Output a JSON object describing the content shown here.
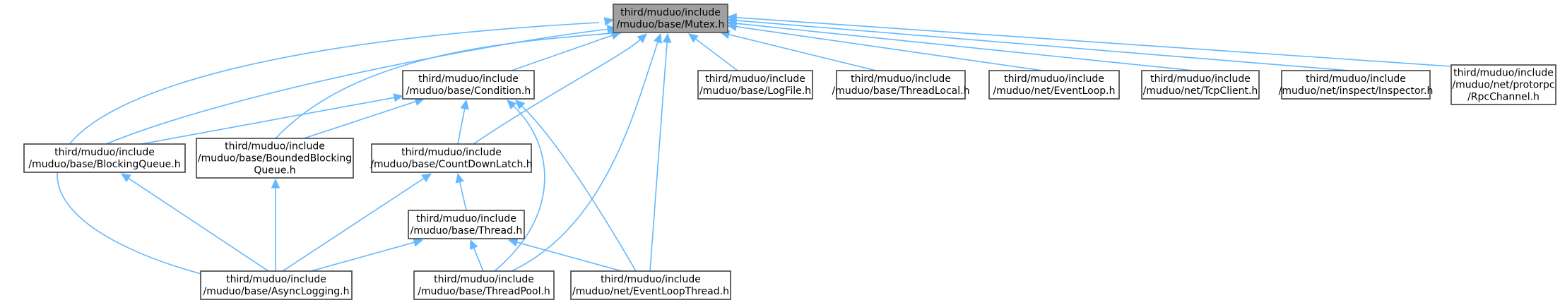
{
  "graph": {
    "root": "mutex",
    "nodes": [
      {
        "id": "mutex",
        "lines": [
          "third/muduo/include",
          "/muduo/base/Mutex.h"
        ],
        "root": true
      },
      {
        "id": "condition",
        "lines": [
          "third/muduo/include",
          "/muduo/base/Condition.h"
        ]
      },
      {
        "id": "logfile",
        "lines": [
          "third/muduo/include",
          "/muduo/base/LogFile.h"
        ]
      },
      {
        "id": "threadlocal",
        "lines": [
          "third/muduo/include",
          "/muduo/base/ThreadLocal.h"
        ]
      },
      {
        "id": "eventloop",
        "lines": [
          "third/muduo/include",
          "/muduo/net/EventLoop.h"
        ]
      },
      {
        "id": "tcpclient",
        "lines": [
          "third/muduo/include",
          "/muduo/net/TcpClient.h"
        ]
      },
      {
        "id": "inspector",
        "lines": [
          "third/muduo/include",
          "/muduo/net/inspect/Inspector.h"
        ]
      },
      {
        "id": "rpcchannel",
        "lines": [
          "third/muduo/include",
          "/muduo/net/protorpc",
          "/RpcChannel.h"
        ]
      },
      {
        "id": "blockingqueue",
        "lines": [
          "third/muduo/include",
          "/muduo/base/BlockingQueue.h"
        ]
      },
      {
        "id": "boundedblocking",
        "lines": [
          "third/muduo/include",
          "/muduo/base/BoundedBlocking",
          "Queue.h"
        ]
      },
      {
        "id": "countdownlatch",
        "lines": [
          "third/muduo/include",
          "/muduo/base/CountDownLatch.h"
        ]
      },
      {
        "id": "thread",
        "lines": [
          "third/muduo/include",
          "/muduo/base/Thread.h"
        ]
      },
      {
        "id": "asynclogging",
        "lines": [
          "third/muduo/include",
          "/muduo/base/AsyncLogging.h"
        ]
      },
      {
        "id": "threadpool",
        "lines": [
          "third/muduo/include",
          "/muduo/base/ThreadPool.h"
        ]
      },
      {
        "id": "eventloopthread",
        "lines": [
          "third/muduo/include",
          "/muduo/net/EventLoopThread.h"
        ]
      }
    ],
    "edges": [
      {
        "from": "condition",
        "to": "mutex"
      },
      {
        "from": "logfile",
        "to": "mutex"
      },
      {
        "from": "threadlocal",
        "to": "mutex"
      },
      {
        "from": "eventloop",
        "to": "mutex"
      },
      {
        "from": "tcpclient",
        "to": "mutex"
      },
      {
        "from": "inspector",
        "to": "mutex"
      },
      {
        "from": "rpcchannel",
        "to": "mutex"
      },
      {
        "from": "blockingqueue",
        "to": "mutex"
      },
      {
        "from": "boundedblocking",
        "to": "mutex"
      },
      {
        "from": "countdownlatch",
        "to": "mutex"
      },
      {
        "from": "asynclogging",
        "to": "mutex"
      },
      {
        "from": "threadpool",
        "to": "mutex"
      },
      {
        "from": "eventloopthread",
        "to": "mutex"
      },
      {
        "from": "blockingqueue",
        "to": "condition"
      },
      {
        "from": "boundedblocking",
        "to": "condition"
      },
      {
        "from": "countdownlatch",
        "to": "condition"
      },
      {
        "from": "threadpool",
        "to": "condition"
      },
      {
        "from": "eventloopthread",
        "to": "condition"
      },
      {
        "from": "asynclogging",
        "to": "blockingqueue"
      },
      {
        "from": "asynclogging",
        "to": "boundedblocking"
      },
      {
        "from": "asynclogging",
        "to": "countdownlatch"
      },
      {
        "from": "thread",
        "to": "countdownlatch"
      },
      {
        "from": "asynclogging",
        "to": "thread"
      },
      {
        "from": "threadpool",
        "to": "thread"
      },
      {
        "from": "eventloopthread",
        "to": "thread"
      }
    ]
  },
  "colors": {
    "edge": "#63b8ff",
    "root_fill": "#a0a0a0",
    "node_fill": "#ffffff",
    "node_stroke": "#404040"
  }
}
